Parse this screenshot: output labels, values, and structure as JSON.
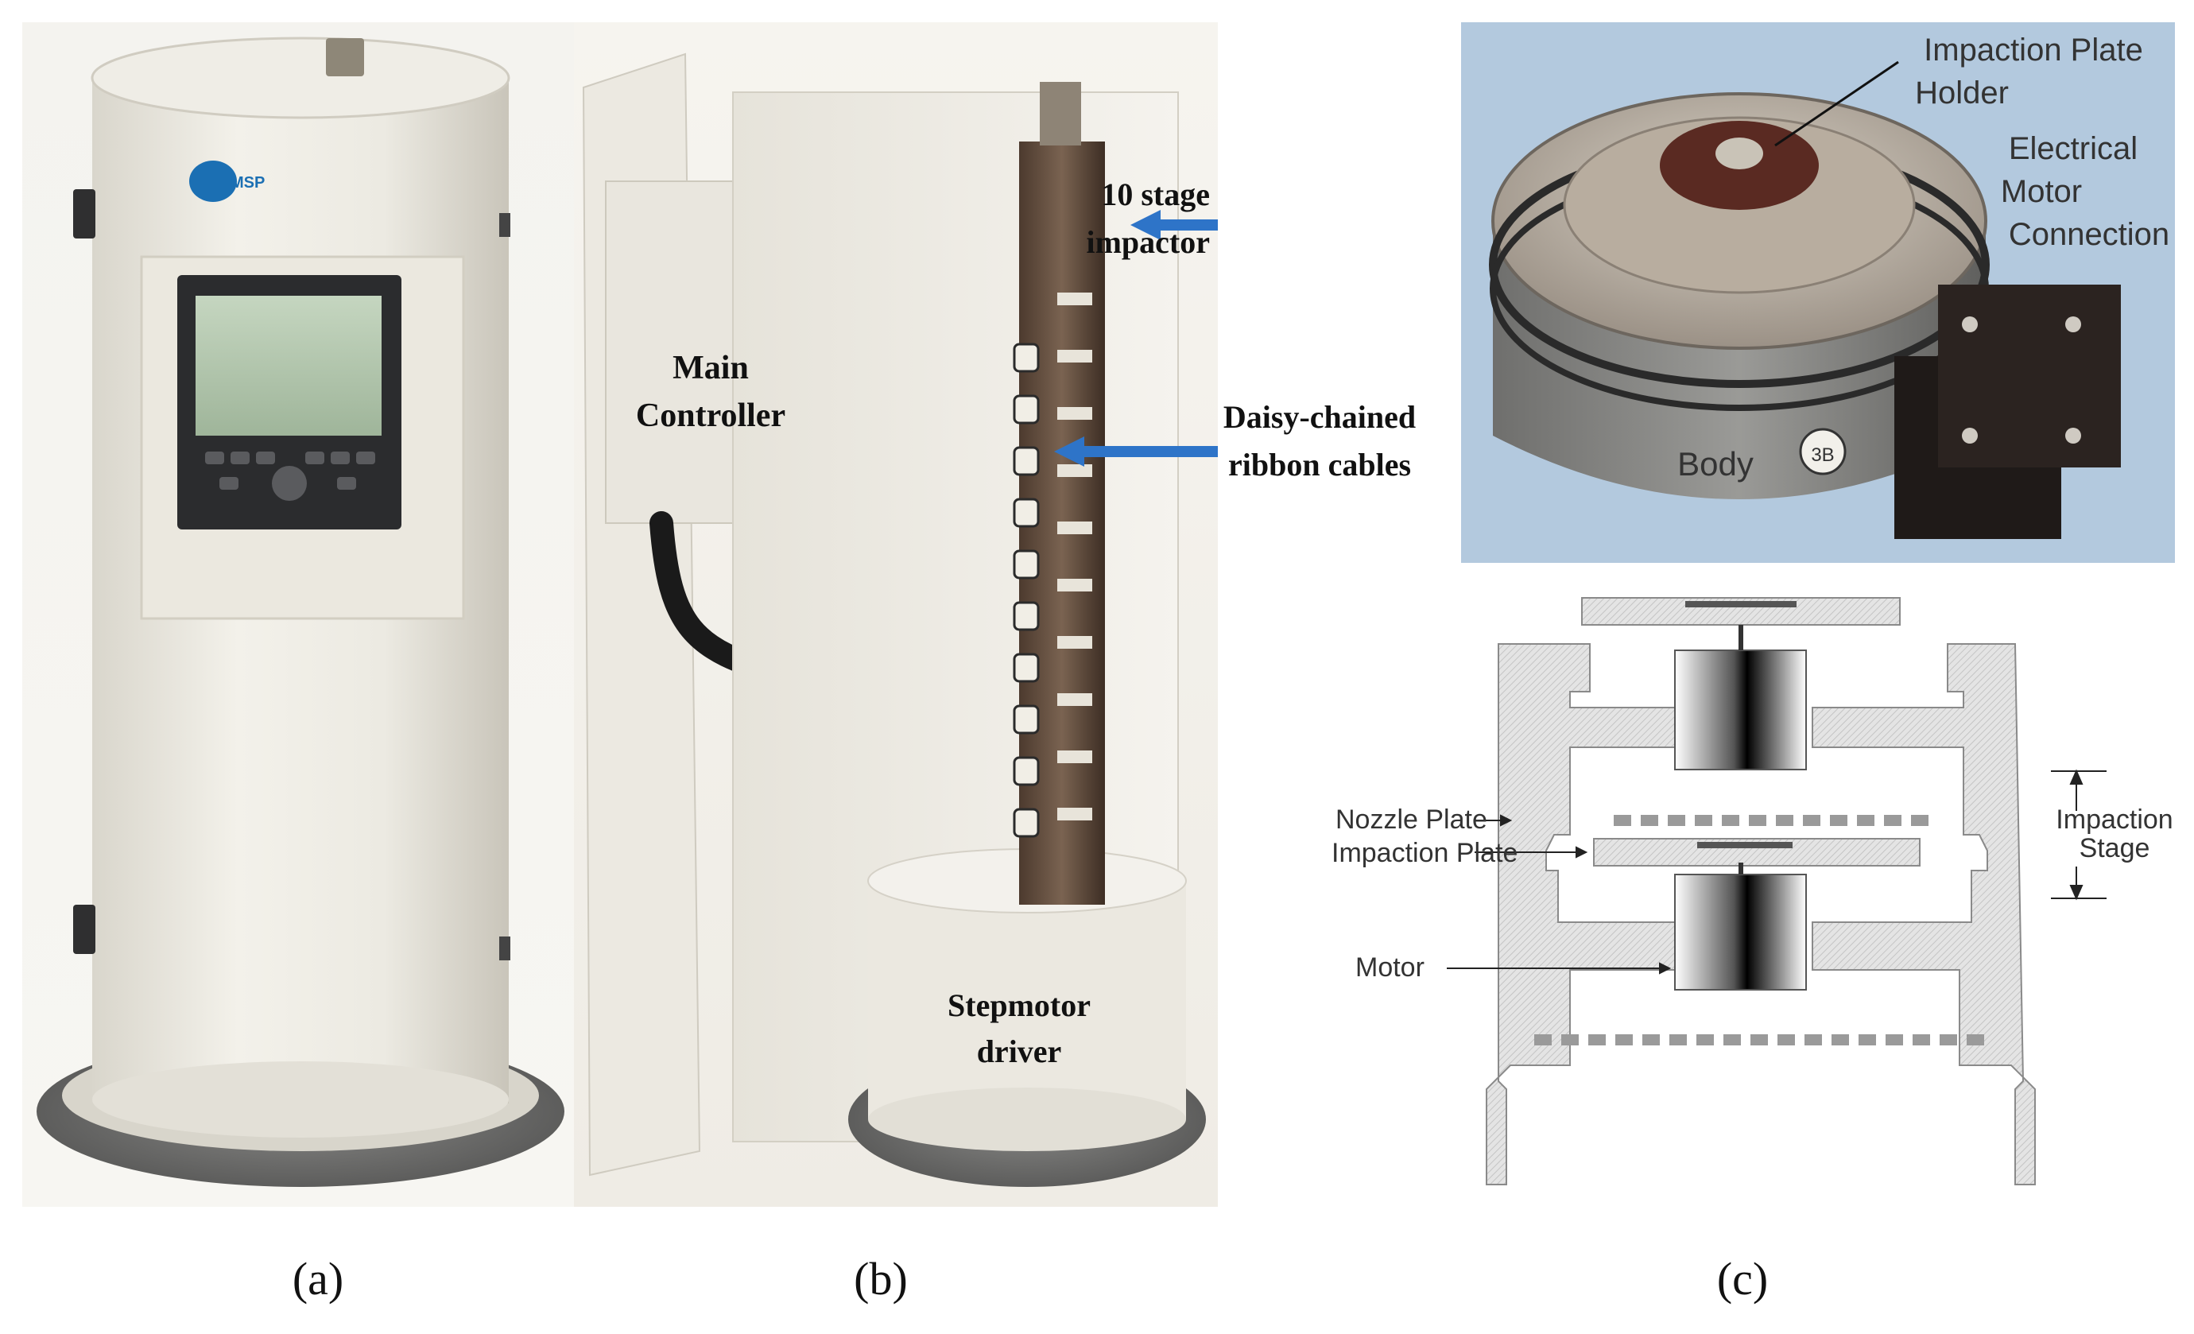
{
  "panel_a": {
    "caption": "(a)"
  },
  "panel_b": {
    "caption": "(b)",
    "labels": {
      "impactor_line1": "10 stage",
      "impactor_line2": "impactor",
      "controller_line1": "Main",
      "controller_line2": "Controller",
      "cables_line1": "Daisy-chained",
      "cables_line2": "ribbon cables",
      "driver_line1": "Stepmotor",
      "driver_line2": "driver"
    },
    "arrow_color": "#2e74c8"
  },
  "panel_c": {
    "caption": "(c)",
    "photo_labels": {
      "holder_line1": "Impaction Plate",
      "holder_line2": "Holder",
      "motor_conn_line1": "Electrical",
      "motor_conn_line2": "Motor",
      "motor_conn_line3": "Connection",
      "body": "Body",
      "stage_number": "3B"
    },
    "diagram_labels": {
      "nozzle_plate": "Nozzle Plate",
      "impaction_plate": "Impaction Plate",
      "motor": "Motor",
      "stage_line1": "Impaction",
      "stage_line2": "Stage"
    }
  }
}
